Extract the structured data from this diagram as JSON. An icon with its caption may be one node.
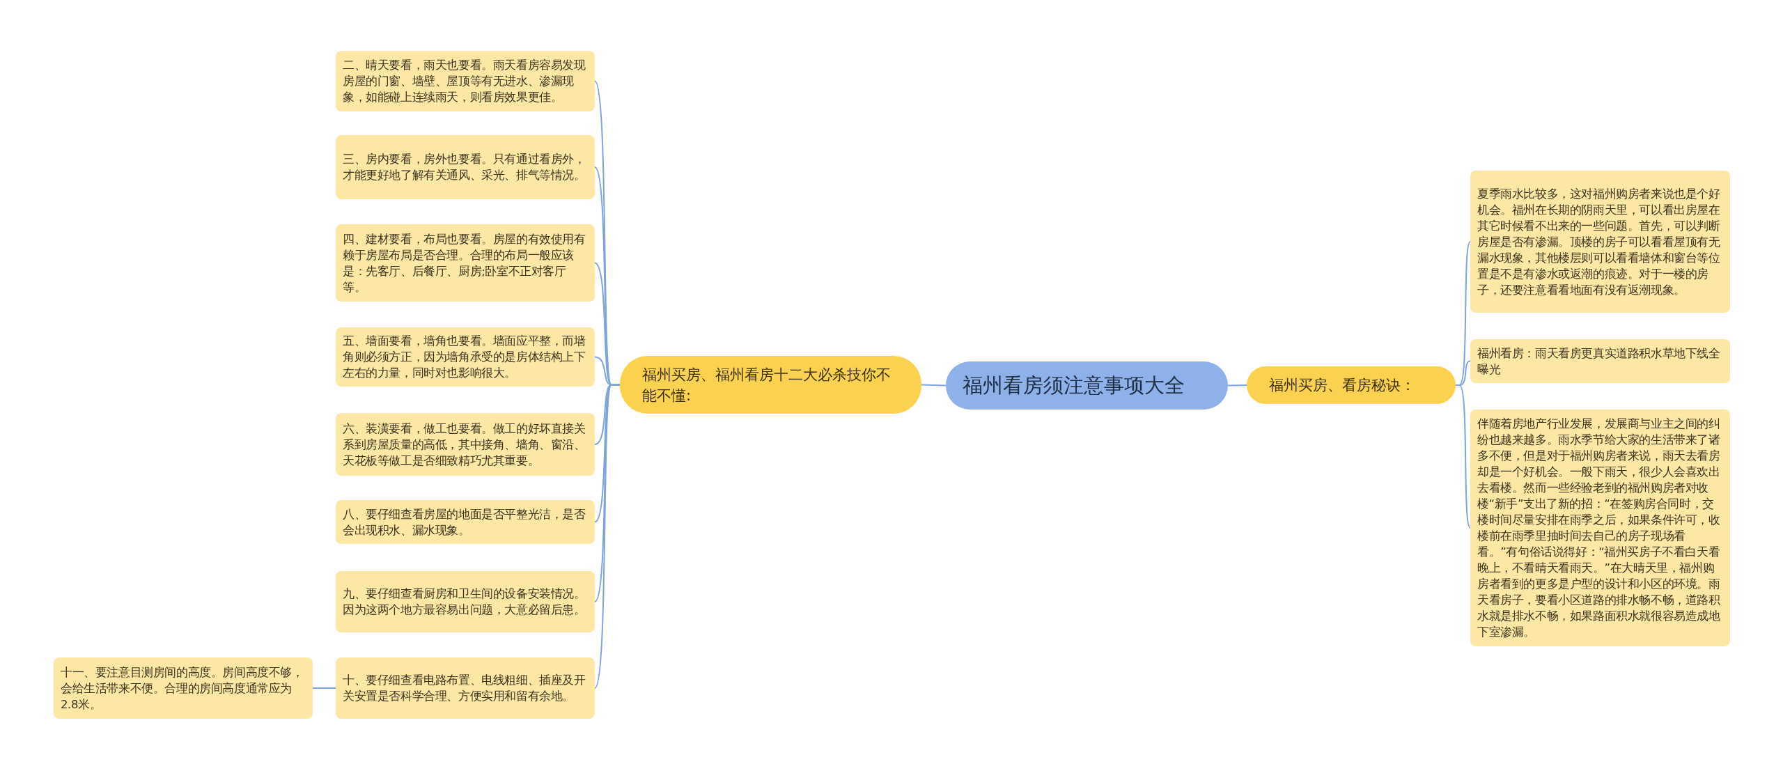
{
  "diagram": {
    "nodes": [
      {
        "text": [
          "福州看房须注意事项大全"
        ]
      },
      {
        "text": [
          "福州买房、福州看房十二大必杀技你不能不懂:"
        ]
      },
      {
        "text": [
          "二、晴天要看，雨天也要看。雨天看房容易发现房屋的门窗、墙壁、屋顶等有无进水、渗漏现象，如能碰上连续雨天，则看房效果更佳。"
        ]
      },
      {
        "text": [
          "三、房内要看，房外也要看。只有通过看房外，才能更好地了解有关通风、采光、排气等情况。"
        ]
      },
      {
        "text": [
          "四、建材要看，布局也要看。房屋的有效使用有赖于房屋布局是否合理。合理的布局一般应该是：先客厅、后餐厅、厨房;卧室不正对客厅等。"
        ]
      },
      {
        "text": [
          "五、墙面要看，墙角也要看。墙面应平整，而墙角则必须方正，因为墙角承受的是房体结构上下左右的力量，同时对也影响很大。"
        ]
      },
      {
        "text": [
          "六、装潢要看，做工也要看。做工的好坏直接关系到房屋质量的高低，其中接角、墙角、窗沿、天花板等做工是否细致精巧尤其重要。"
        ]
      },
      {
        "text": [
          "八、要仔细查看房屋的地面是否平整光洁，是否会出现积水、漏水现象。"
        ]
      },
      {
        "text": [
          "九、要仔细查看厨房和卫生间的设备安装情况。因为这两个地方最容易出问题，大意必留后患。"
        ]
      },
      {
        "text": [
          "十、要仔细查看电路布置、电线粗细、插座及开关安置是否科学合理、方便实用和留有余地。"
        ]
      },
      {
        "text": [
          "十一、要注意目测房间的高度。房间高度不够，会给生活带来不便。合理的房间高度通常应为2.8米。"
        ]
      },
      {
        "text": [
          "福州买房、看房秘诀："
        ]
      },
      {
        "text": [
          "夏季雨水比较多，这对福州购房者来说也是个好机会。福州在长期的阴雨天里，可以看出房屋在其它时候看不出来的一些问题。首先，可以判断房屋是否有渗漏。顶楼的房子可以看看屋顶有无漏水现象，其他楼层则可以看看墙体和窗台等位置是不是有渗水或返潮的痕迹。对于一楼的房子，还要注意看看地面有没有返潮现象。"
        ]
      },
      {
        "text": [
          "福州看房：雨天看房更真实道路积水草地下线全曝光"
        ]
      },
      {
        "text": [
          "伴随着房地产行业发展，发展商与业主之间的纠纷也越来越多。雨水季节给大家的生活带来了诸多不便，但是对于福州购房者来说，雨天去看房却是一个好机会。一般下雨天，很少人会喜欢出去看楼。然而一些经验老到的福州购房者对收楼“新手”支出了新的招：“在签购房合同时，交楼时间尽量安排在雨季之后，如果条件许可，收楼前在雨季里抽时间去自己的房子现场看看。”有句俗话说得好：“福州买房子不看白天看晚上，不看晴天看雨天。”在大晴天里，福州购房者看到的更多是户型的设计和小区的环境。雨天看房子，要看小区道路的排水畅不畅，道路积水就是排水不畅，如果路面积水就很容易造成地下室渗漏。"
        ]
      }
    ],
    "edges": [
      {
        "from": 0,
        "to": 1,
        "arrow": "none"
      },
      {
        "from": 1,
        "to": 2,
        "arrow": "none"
      },
      {
        "from": 1,
        "to": 3,
        "arrow": "none"
      },
      {
        "from": 1,
        "to": 4,
        "arrow": "none"
      },
      {
        "from": 1,
        "to": 5,
        "arrow": "none"
      },
      {
        "from": 1,
        "to": 6,
        "arrow": "none"
      },
      {
        "from": 1,
        "to": 7,
        "arrow": "none"
      },
      {
        "from": 1,
        "to": 8,
        "arrow": "none"
      },
      {
        "from": 1,
        "to": 9,
        "arrow": "none"
      },
      {
        "from": 9,
        "to": 10,
        "arrow": "none"
      },
      {
        "from": 0,
        "to": 11,
        "arrow": "none"
      },
      {
        "from": 11,
        "to": 12,
        "arrow": "none"
      },
      {
        "from": 11,
        "to": 13,
        "arrow": "none"
      },
      {
        "from": 11,
        "to": 14,
        "arrow": "none"
      }
    ]
  }
}
